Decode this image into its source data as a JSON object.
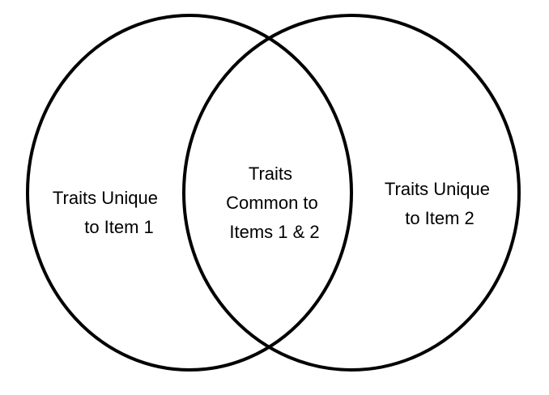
{
  "diagram": {
    "type": "venn",
    "stroke_color": "#000000",
    "background_color": "#ffffff",
    "left_set": {
      "lines": [
        "Traits Unique",
        "to Item 1"
      ]
    },
    "intersection": {
      "lines": [
        "Traits",
        "Common to",
        "Items 1 & 2"
      ]
    },
    "right_set": {
      "lines": [
        "Traits Unique",
        "to Item 2"
      ]
    }
  }
}
